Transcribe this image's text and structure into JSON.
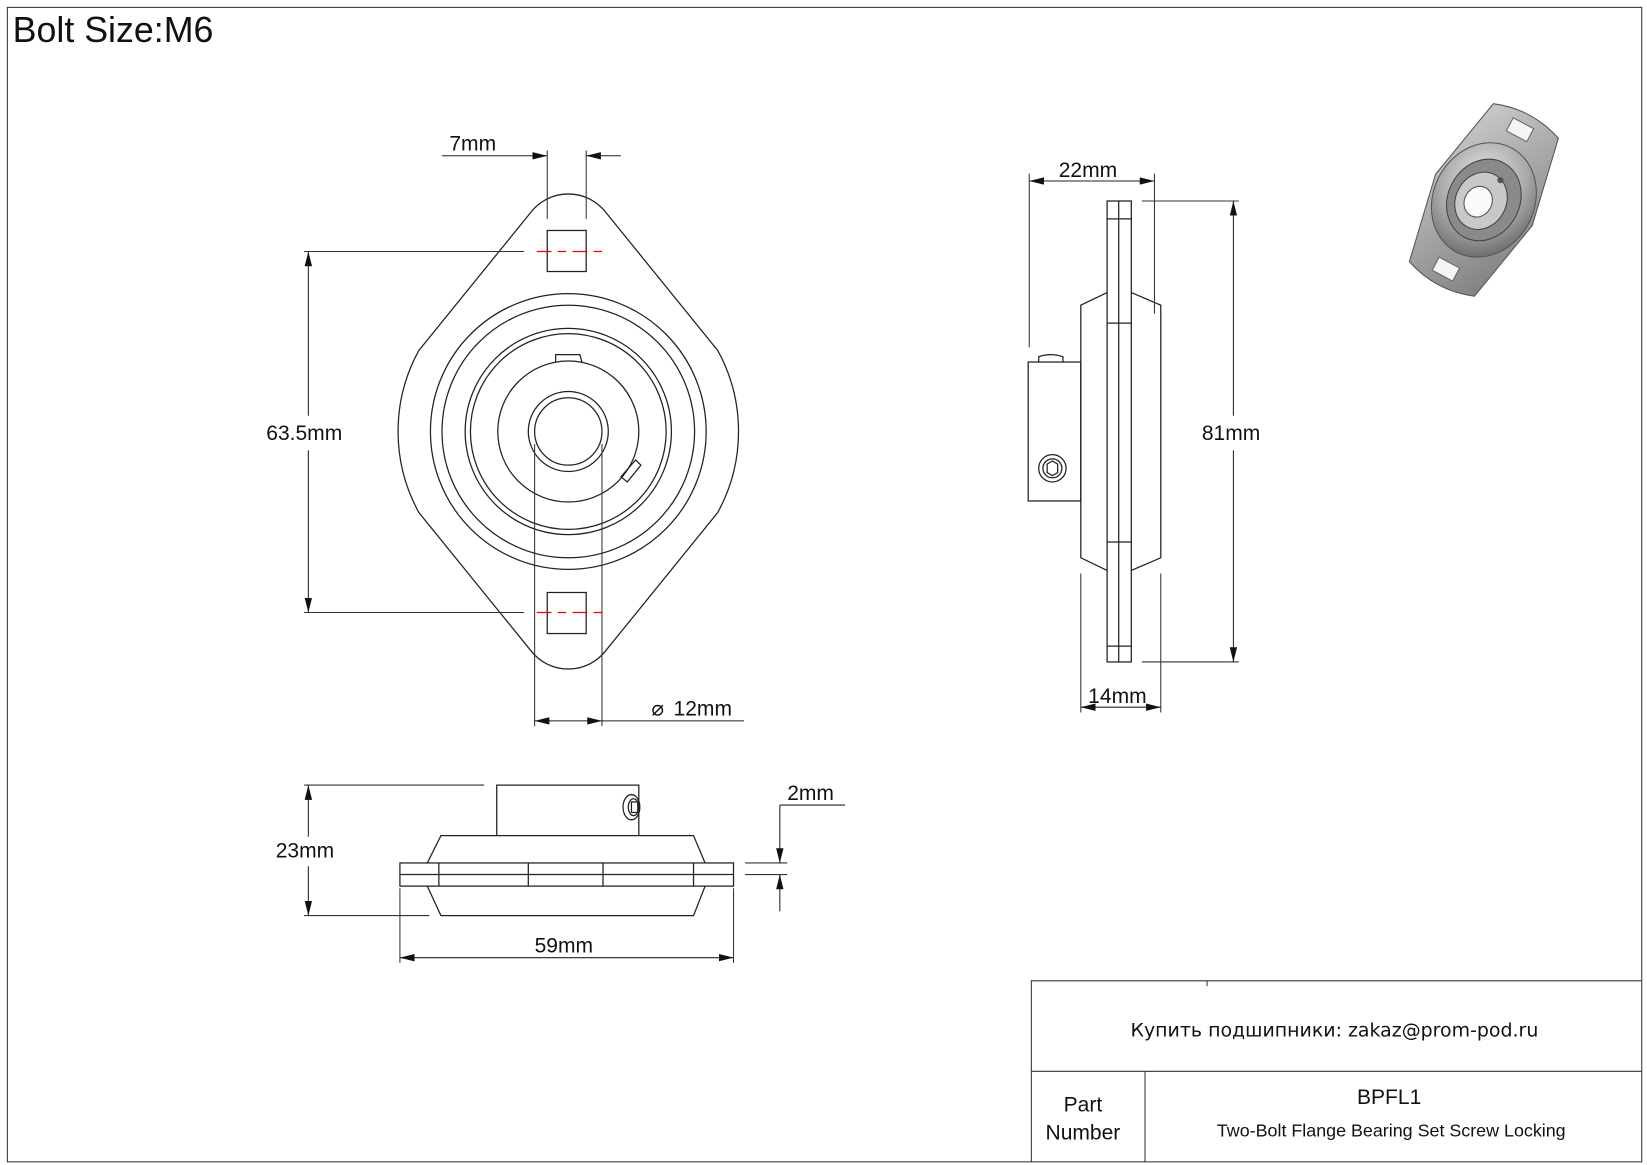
{
  "header": {
    "bolt_size": "Bolt Size:M6"
  },
  "dimensions": {
    "bolt_hole_width": "7mm",
    "bolt_spacing": "63.5mm",
    "bore_diameter": "12mm",
    "bore_symbol": "⌀",
    "total_height": "23mm",
    "flange_thickness": "2mm",
    "flange_width": "59mm",
    "overall_depth": "22mm",
    "overall_length": "81mm",
    "housing_depth": "14mm"
  },
  "title_block": {
    "contact": "Купить подшипники: zakaz@prom-pod.ru",
    "part_label_line1": "Part",
    "part_label_line2": "Number",
    "part_number": "BPFL1",
    "description": "Two-Bolt Flange Bearing Set Screw Locking"
  },
  "colors": {
    "centerline": "#e00000",
    "line": "#222222"
  }
}
